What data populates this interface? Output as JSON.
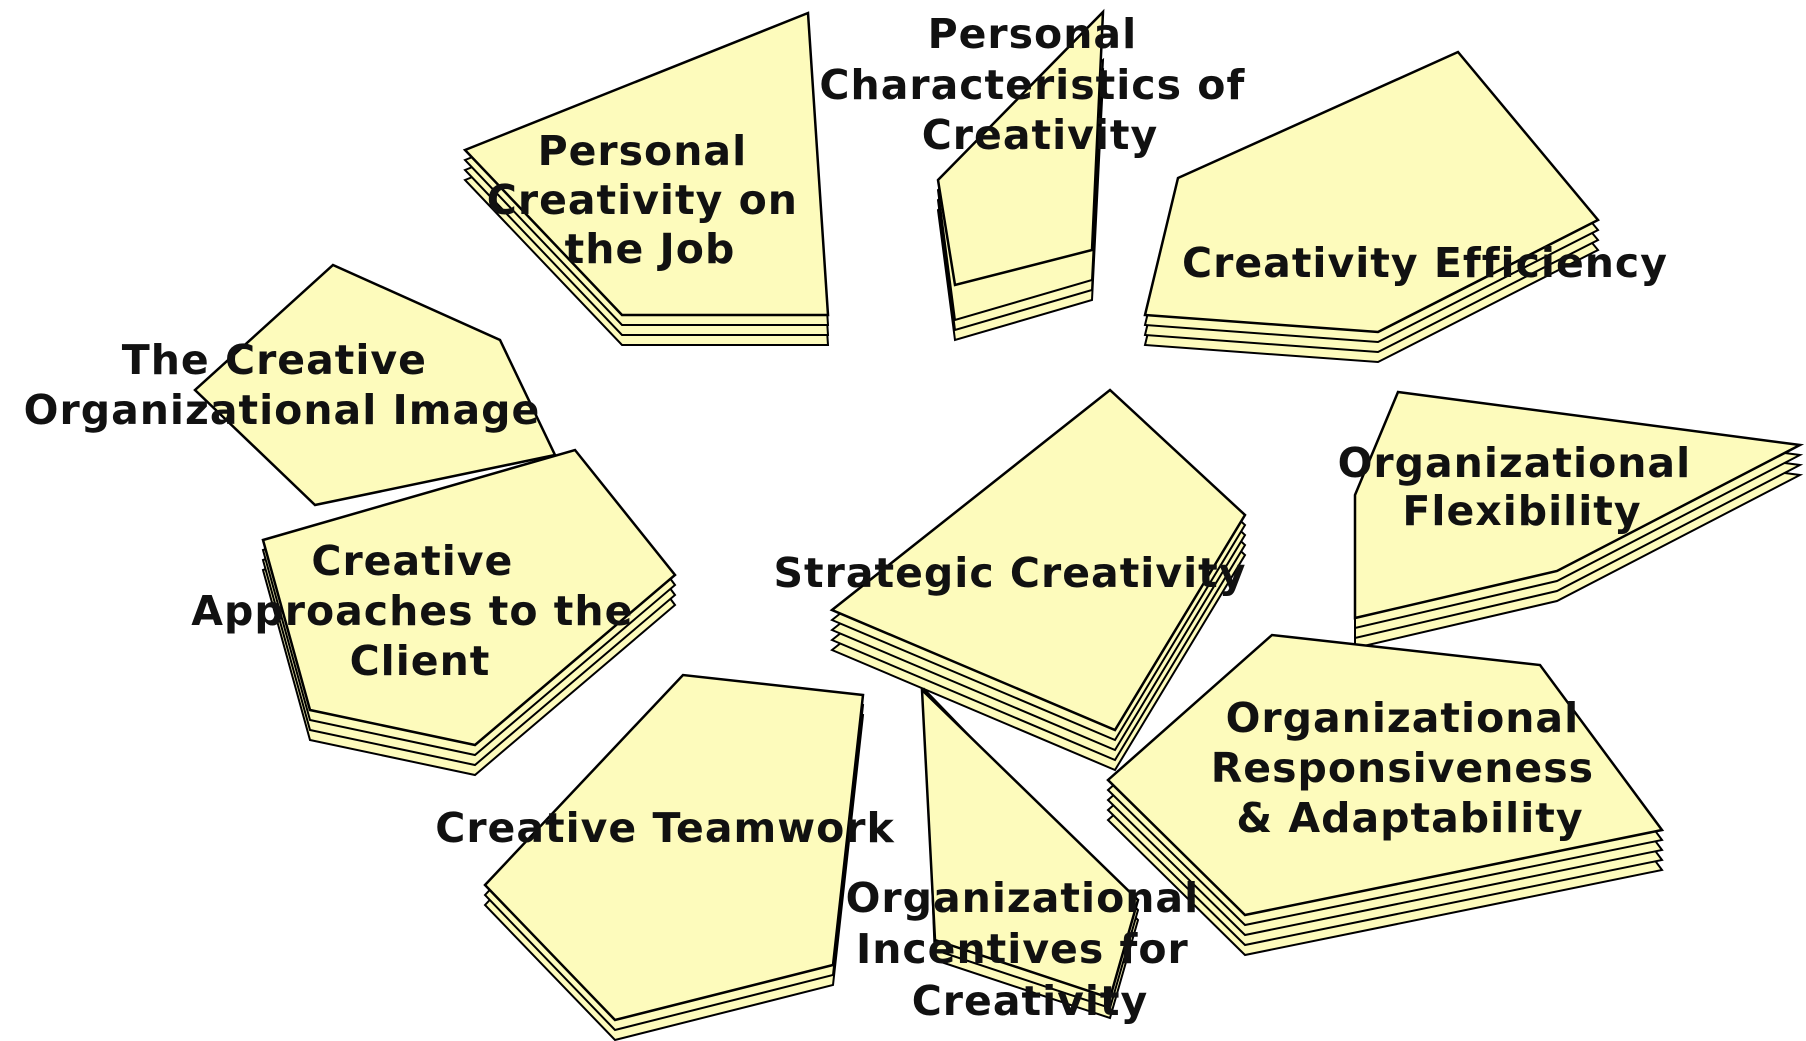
{
  "colors": {
    "piece_fill": "#fdfbbc",
    "piece_outline": "#000000",
    "label_text": "#111111",
    "background": "#ffffff"
  },
  "pieces": [
    {
      "id": "personal-creativity-on-the-job",
      "lines": [
        "Personal",
        "Creativity on",
        "the Job"
      ]
    },
    {
      "id": "personal-characteristics-of-creativity",
      "lines": [
        "Personal",
        "Characteristics of",
        "Creativity"
      ]
    },
    {
      "id": "creativity-efficiency",
      "lines": [
        "Creativity Efficiency"
      ]
    },
    {
      "id": "the-creative-organizational-image",
      "lines": [
        "The Creative",
        "Organizational Image"
      ]
    },
    {
      "id": "organizational-flexibility",
      "lines": [
        "Organizational",
        "Flexibility"
      ]
    },
    {
      "id": "strategic-creativity",
      "lines": [
        "Strategic Creativity"
      ]
    },
    {
      "id": "creative-approaches-to-the-client",
      "lines": [
        "Creative",
        "Approaches to the",
        "Client"
      ]
    },
    {
      "id": "organizational-responsiveness-adaptability",
      "lines": [
        "Organizational",
        "Responsiveness",
        "& Adaptability"
      ]
    },
    {
      "id": "creative-teamwork",
      "lines": [
        "Creative Teamwork"
      ]
    },
    {
      "id": "organizational-incentives-for-creativity",
      "lines": [
        "Organizational",
        "Incentives for",
        "Creativity"
      ]
    }
  ]
}
